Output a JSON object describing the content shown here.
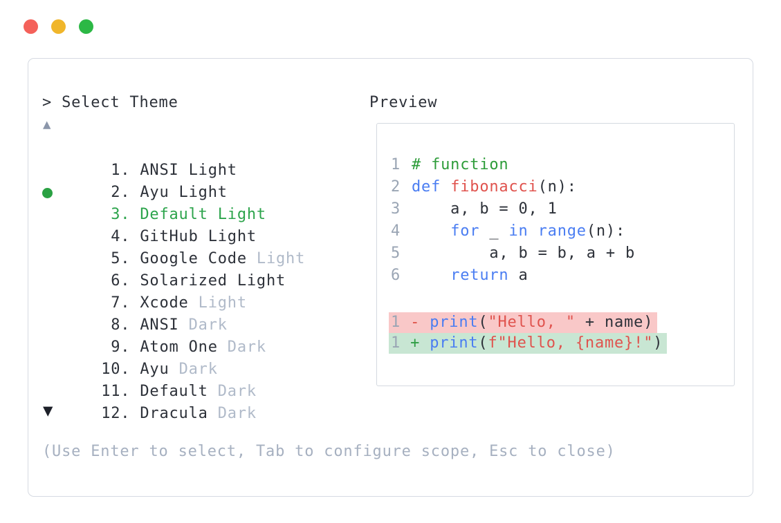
{
  "window": {
    "controls": [
      {
        "name": "close"
      },
      {
        "name": "minimize"
      },
      {
        "name": "zoom"
      }
    ]
  },
  "prompt": {
    "text": "> Select Theme"
  },
  "list": {
    "up_arrow": "▲",
    "down_arrow": "▼",
    "items": [
      {
        "num": " 1",
        "name": "ANSI Light",
        "muted": "",
        "selected": false
      },
      {
        "num": " 2",
        "name": "Ayu Light",
        "muted": "",
        "selected": false
      },
      {
        "num": " 3",
        "name": "Default Light",
        "muted": "",
        "selected": true
      },
      {
        "num": " 4",
        "name": "GitHub Light",
        "muted": "",
        "selected": false
      },
      {
        "num": " 5",
        "name": "Google Code",
        "muted": "Light",
        "selected": false
      },
      {
        "num": " 6",
        "name": "Solarized Light",
        "muted": "",
        "selected": false
      },
      {
        "num": " 7",
        "name": "Xcode",
        "muted": "Light",
        "selected": false
      },
      {
        "num": " 8",
        "name": "ANSI",
        "muted": "Dark",
        "selected": false
      },
      {
        "num": " 9",
        "name": "Atom One",
        "muted": "Dark",
        "selected": false
      },
      {
        "num": "10",
        "name": "Ayu",
        "muted": "Dark",
        "selected": false
      },
      {
        "num": "11",
        "name": "Default",
        "muted": "Dark",
        "selected": false
      },
      {
        "num": "12",
        "name": "Dracula",
        "muted": "Dark",
        "selected": false
      }
    ]
  },
  "preview": {
    "label": "Preview",
    "code_lines": [
      {
        "num": "1",
        "tokens": [
          {
            "t": "# function",
            "c": "com"
          }
        ]
      },
      {
        "num": "2",
        "tokens": [
          {
            "t": "def",
            "c": "kw"
          },
          {
            "t": " ",
            "c": "pl"
          },
          {
            "t": "fibonacci",
            "c": "fn"
          },
          {
            "t": "(n):",
            "c": "pl"
          }
        ]
      },
      {
        "num": "3",
        "tokens": [
          {
            "t": "    a, b = 0, 1",
            "c": "pl"
          }
        ]
      },
      {
        "num": "4",
        "tokens": [
          {
            "t": "    ",
            "c": "pl"
          },
          {
            "t": "for",
            "c": "kw"
          },
          {
            "t": " _ ",
            "c": "pl"
          },
          {
            "t": "in",
            "c": "kw"
          },
          {
            "t": " ",
            "c": "pl"
          },
          {
            "t": "range",
            "c": "kw"
          },
          {
            "t": "(n):",
            "c": "pl"
          }
        ]
      },
      {
        "num": "5",
        "tokens": [
          {
            "t": "        a, b = b, a + b",
            "c": "pl"
          }
        ]
      },
      {
        "num": "6",
        "tokens": [
          {
            "t": "    ",
            "c": "pl"
          },
          {
            "t": "return",
            "c": "kw"
          },
          {
            "t": " a",
            "c": "pl"
          }
        ]
      }
    ],
    "diff_lines": [
      {
        "num": "1",
        "kind": "removed",
        "tokens": [
          {
            "t": "- ",
            "c": "del"
          },
          {
            "t": "print",
            "c": "kw"
          },
          {
            "t": "(",
            "c": "pl"
          },
          {
            "t": "\"Hello, \"",
            "c": "str"
          },
          {
            "t": " + name)",
            "c": "pl"
          }
        ]
      },
      {
        "num": "1",
        "kind": "added",
        "tokens": [
          {
            "t": "+ ",
            "c": "add"
          },
          {
            "t": "print",
            "c": "kw"
          },
          {
            "t": "(",
            "c": "pl"
          },
          {
            "t": "f\"Hello, {name}!\"",
            "c": "str"
          },
          {
            "t": ")",
            "c": "pl"
          }
        ]
      }
    ]
  },
  "help": {
    "text": "(Use Enter to select, Tab to configure scope, Esc to close)"
  },
  "colors": {
    "accent_green": "#2da44c",
    "keyword_blue": "#4a7df2",
    "string_red": "#e0534e",
    "comment_green": "#2d9c39",
    "diff_removed_bg": "#f9c8c8",
    "diff_added_bg": "#c8e6d3",
    "muted_text": "#b0bac9",
    "border": "#d6dae2"
  }
}
